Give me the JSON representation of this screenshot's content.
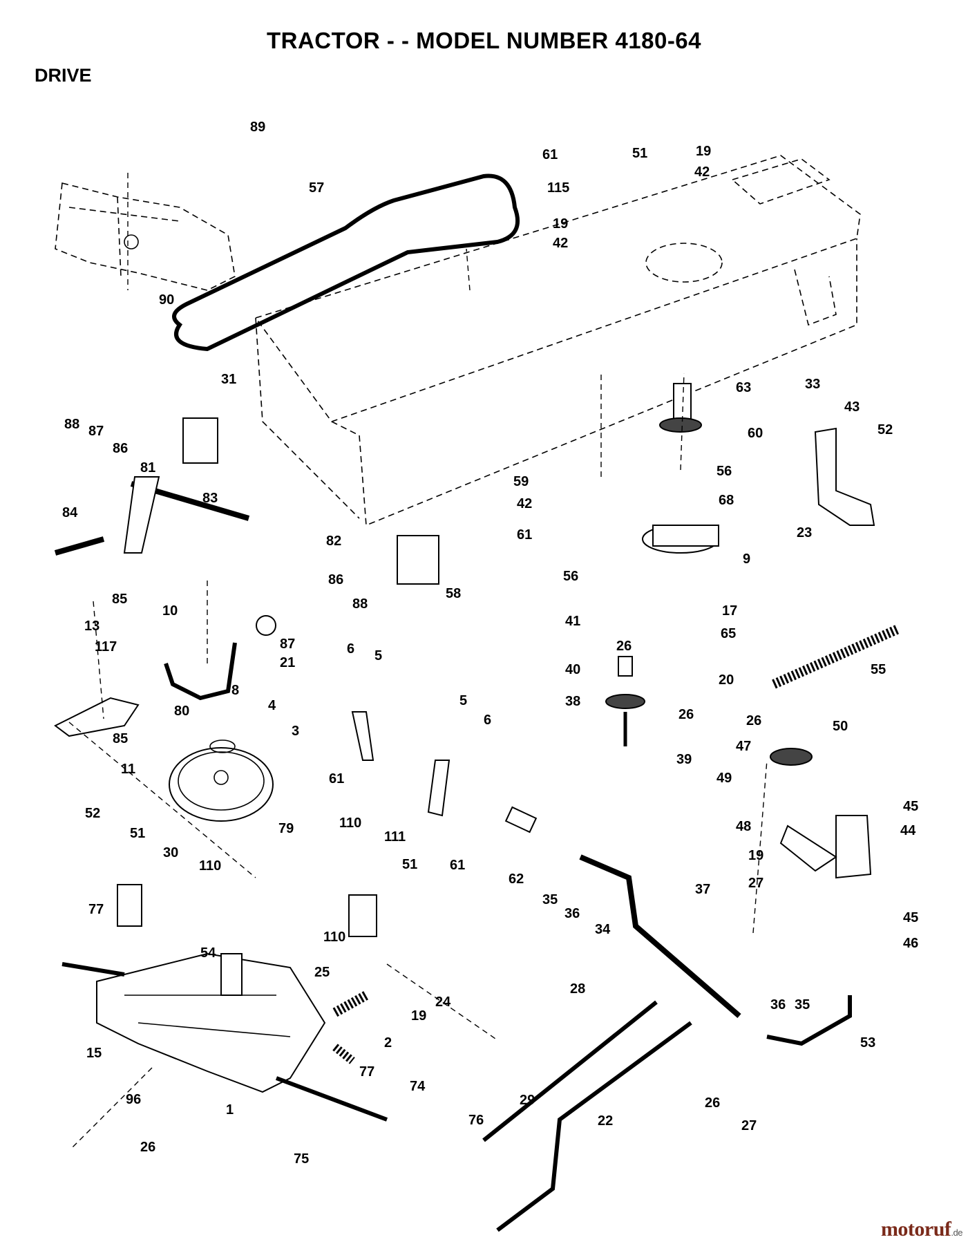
{
  "header": {
    "title": "TRACTOR - - MODEL NUMBER 4180-64",
    "section": "DRIVE"
  },
  "watermark": {
    "brand": "motoruf",
    "suffix": ".de"
  },
  "callouts": [
    "89",
    "61",
    "115",
    "51",
    "19",
    "42",
    "57",
    "19",
    "42",
    "90",
    "63",
    "33",
    "43",
    "52",
    "31",
    "88",
    "87",
    "86",
    "81",
    "83",
    "60",
    "56",
    "59",
    "42",
    "61",
    "68",
    "23",
    "82",
    "84",
    "85",
    "86",
    "88",
    "87",
    "10",
    "13",
    "117",
    "21",
    "8",
    "56",
    "9",
    "41",
    "17",
    "26",
    "65",
    "40",
    "20",
    "55",
    "6",
    "5",
    "58",
    "80",
    "85",
    "4",
    "3",
    "11",
    "38",
    "26",
    "39",
    "5",
    "6",
    "26",
    "50",
    "47",
    "49",
    "61",
    "61",
    "52",
    "51",
    "30",
    "110",
    "79",
    "110",
    "111",
    "51",
    "62",
    "35",
    "36",
    "34",
    "45",
    "44",
    "48",
    "19",
    "27",
    "45",
    "46",
    "77",
    "54",
    "110",
    "37",
    "25",
    "19",
    "24",
    "28",
    "15",
    "2",
    "36",
    "35",
    "53",
    "77",
    "29",
    "74",
    "22",
    "96",
    "26",
    "1",
    "75",
    "76",
    "26",
    "27"
  ]
}
